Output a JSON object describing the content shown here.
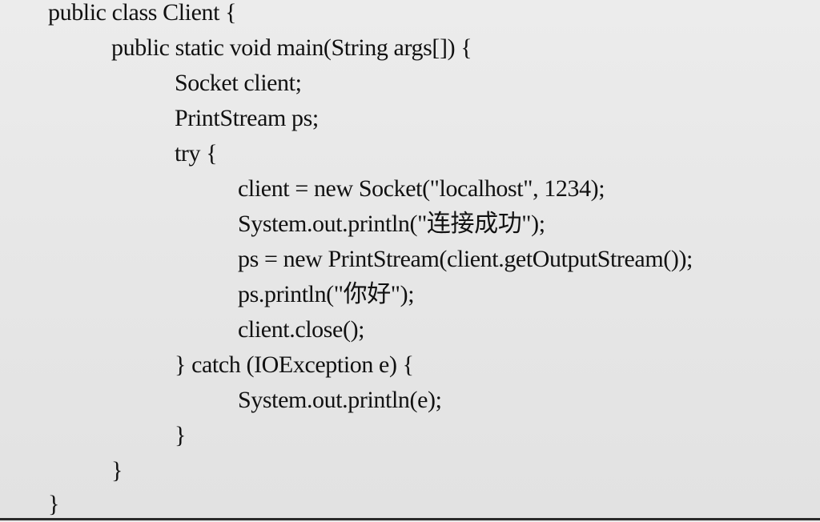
{
  "code": {
    "lines": [
      "public class Client {",
      "public static void main(String args[]) {",
      "Socket client;",
      "PrintStream ps;",
      "try {",
      "client = new Socket(\"localhost\", 1234);",
      "System.out.println(\"连接成功\");",
      "ps = new PrintStream(client.getOutputStream());",
      "ps.println(\"你好\");",
      "client.close();",
      "} catch (IOException e) {",
      "System.out.println(e);",
      "}",
      "}",
      "}"
    ]
  }
}
